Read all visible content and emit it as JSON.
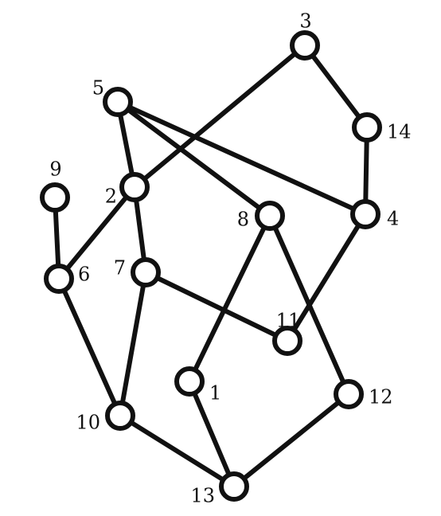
{
  "graph": {
    "nodes": [
      {
        "id": "3",
        "label": "3"
      },
      {
        "id": "14",
        "label": "14"
      },
      {
        "id": "5",
        "label": "5"
      },
      {
        "id": "2",
        "label": "2"
      },
      {
        "id": "9",
        "label": "9"
      },
      {
        "id": "8",
        "label": "8"
      },
      {
        "id": "4",
        "label": "4"
      },
      {
        "id": "6",
        "label": "6"
      },
      {
        "id": "7",
        "label": "7"
      },
      {
        "id": "11",
        "label": "11"
      },
      {
        "id": "1",
        "label": "1"
      },
      {
        "id": "12",
        "label": "12"
      },
      {
        "id": "10",
        "label": "10"
      },
      {
        "id": "13",
        "label": "13"
      }
    ],
    "edges": [
      [
        "3",
        "14"
      ],
      [
        "3",
        "2"
      ],
      [
        "14",
        "4"
      ],
      [
        "5",
        "2"
      ],
      [
        "5",
        "8"
      ],
      [
        "5",
        "4"
      ],
      [
        "2",
        "6"
      ],
      [
        "2",
        "7"
      ],
      [
        "9",
        "6"
      ],
      [
        "6",
        "10"
      ],
      [
        "7",
        "10"
      ],
      [
        "7",
        "11"
      ],
      [
        "4",
        "11"
      ],
      [
        "8",
        "1"
      ],
      [
        "8",
        "12"
      ],
      [
        "1",
        "13"
      ],
      [
        "10",
        "13"
      ],
      [
        "12",
        "13"
      ]
    ]
  }
}
